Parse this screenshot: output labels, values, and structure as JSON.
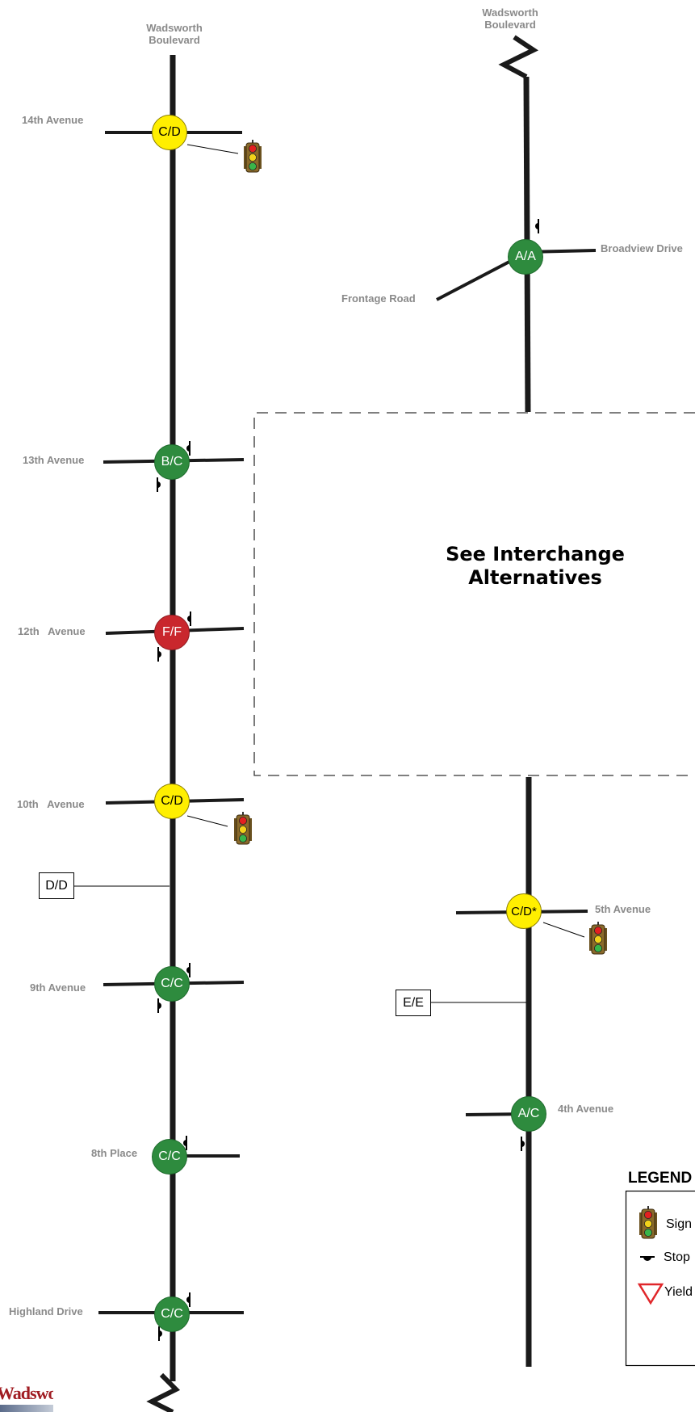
{
  "top_labels": {
    "left_road": "Wadsworth\nBoulevard",
    "right_road": "Wadsworth\nBoulevard"
  },
  "cross_streets": {
    "fourteenth": "14th Avenue",
    "thirteenth": "13th Avenue",
    "twelfth": "12th   Avenue",
    "tenth": "10th   Avenue",
    "ninth": "9th Avenue",
    "eighth_place": "8th Place",
    "highland": "Highland Drive",
    "broadview": "Broadview Drive",
    "frontage": "Frontage Road",
    "fifth": "5th Avenue",
    "fourth": "4th Avenue"
  },
  "intersections": {
    "fourteenth": {
      "los": "C/D",
      "color": "#ffef00",
      "control": "signal"
    },
    "thirteenth": {
      "los": "B/C",
      "color": "#2e8b3e",
      "control": "stop"
    },
    "twelfth": {
      "los": "F/F",
      "color": "#c9272d",
      "control": "stop"
    },
    "tenth": {
      "los": "C/D",
      "color": "#ffef00",
      "control": "signal"
    },
    "ninth": {
      "los": "C/C",
      "color": "#2e8b3e",
      "control": "stop"
    },
    "eighth_place": {
      "los": "C/C",
      "color": "#2e8b3e",
      "control": "stop"
    },
    "highland": {
      "los": "C/C",
      "color": "#2e8b3e",
      "control": "stop"
    },
    "broadview": {
      "los": "A/A",
      "color": "#2e8b3e",
      "control": "stop"
    },
    "fifth": {
      "los": "C/D*",
      "color": "#ffef00",
      "control": "signal"
    },
    "fourth": {
      "los": "A/C",
      "color": "#2e8b3e",
      "control": "stop"
    }
  },
  "segments": {
    "left_segment": "D/D",
    "right_segment": "E/E"
  },
  "interchange_note": "See Interchange\nAlternatives",
  "legend": {
    "title": "LEGEND",
    "signal": "Sign",
    "stop": "Stop",
    "yield": "Yield"
  },
  "logo": {
    "text": "Wadsworth"
  },
  "colors": {
    "good": "#2e8b3e",
    "fair": "#ffef00",
    "poor": "#c9272d",
    "road": "#1a1a1a",
    "label": "#8a8a8a"
  }
}
